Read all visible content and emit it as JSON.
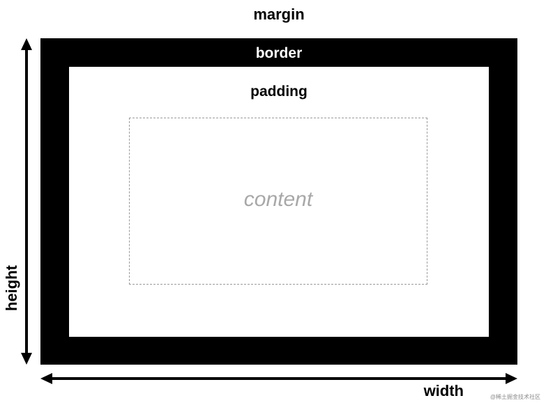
{
  "diagram": {
    "margin_label": "margin",
    "border_label": "border",
    "padding_label": "padding",
    "content_label": "content",
    "height_label": "height",
    "width_label": "width",
    "watermark": "@稀土掘金技术社区"
  },
  "colors": {
    "border": "#000000",
    "background": "#ffffff",
    "content_dash": "#9a9a9a",
    "content_text": "#a8a8a8"
  }
}
